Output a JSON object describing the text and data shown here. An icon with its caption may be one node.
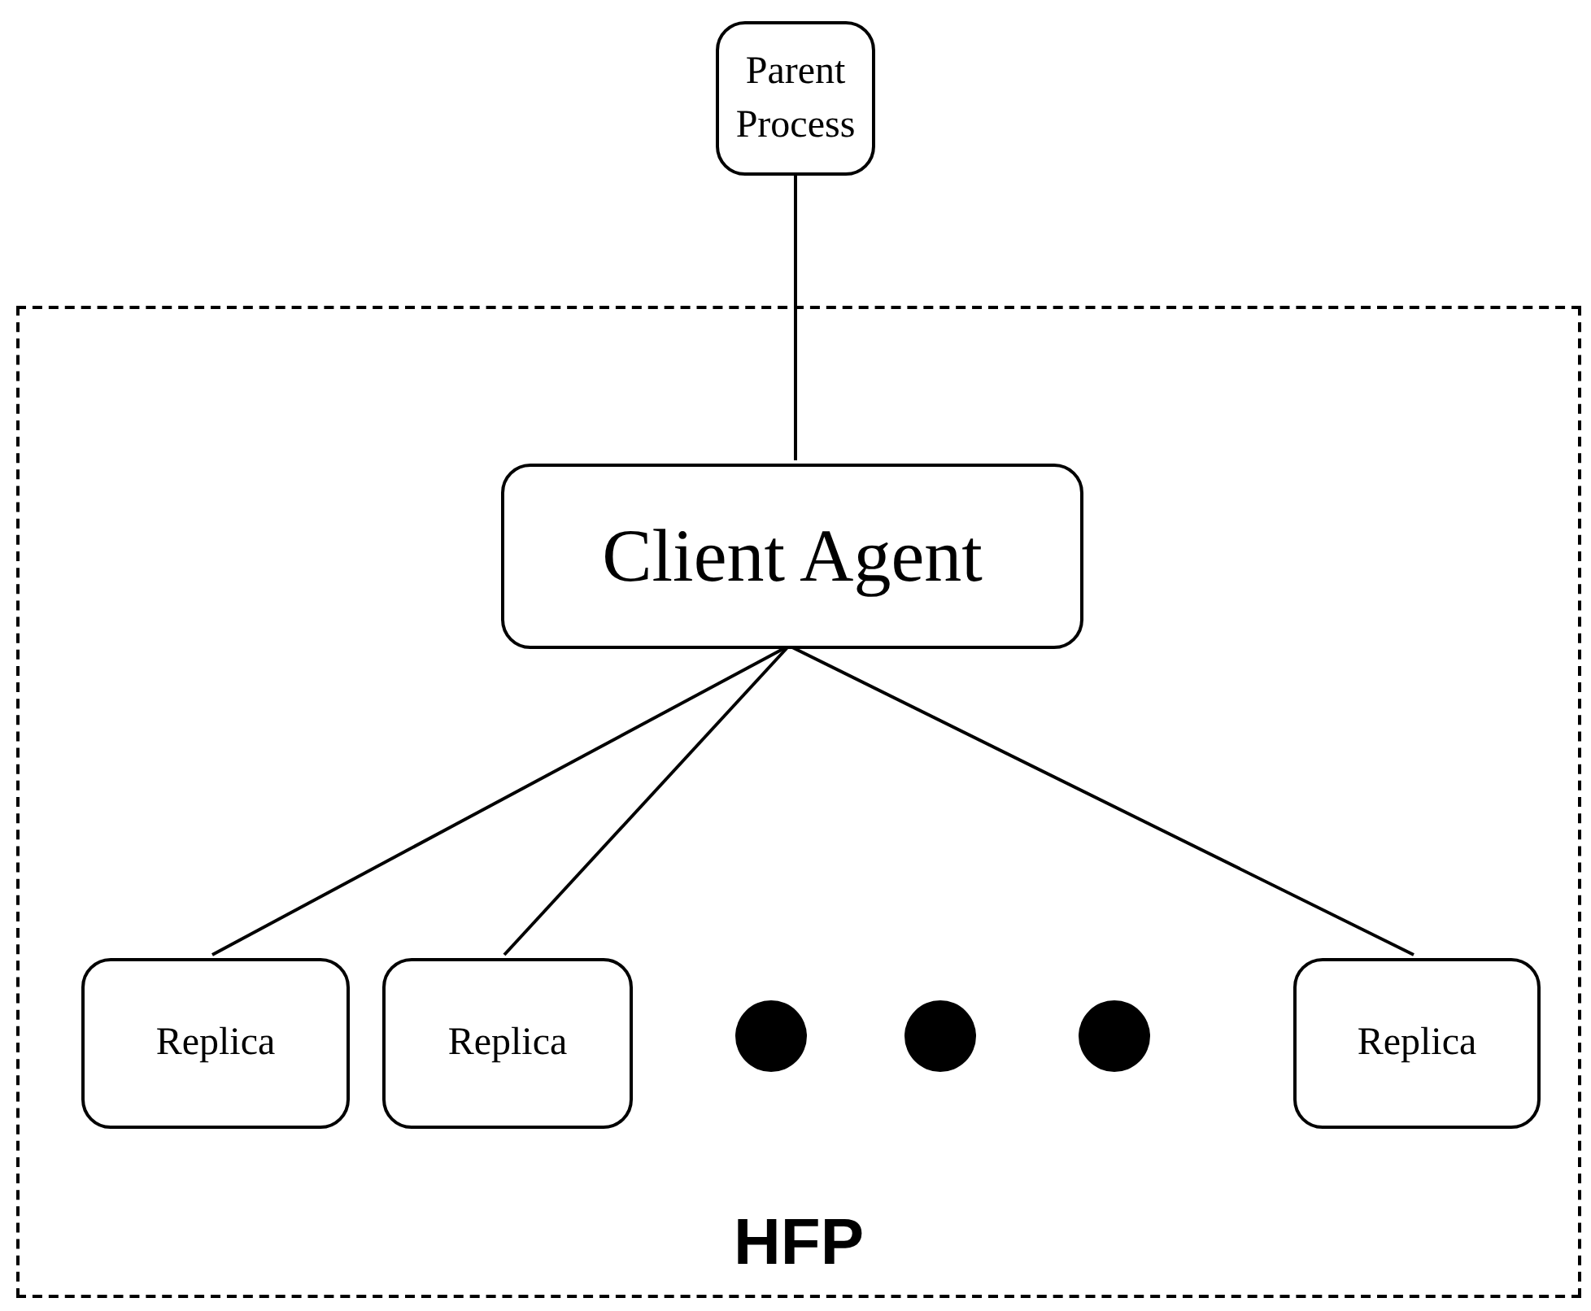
{
  "diagram": {
    "nodes": [
      {
        "text": [
          "Parent Process"
        ]
      },
      {
        "text": [
          "HFP"
        ]
      },
      {
        "text": [
          "Client Agent"
        ],
        "in": 1
      },
      {
        "text": [
          "Replica"
        ],
        "in": 1
      },
      {
        "text": [
          "Replica"
        ],
        "in": 1
      },
      {
        "text": [
          "Replica"
        ],
        "in": 1
      }
    ],
    "edges": [
      {
        "from": 0,
        "to": 2,
        "arrow": "none"
      },
      {
        "from": 2,
        "to": 3,
        "arrow": "none"
      },
      {
        "from": 2,
        "to": 4,
        "arrow": "none"
      },
      {
        "from": 2,
        "to": 5,
        "arrow": "none"
      }
    ]
  }
}
